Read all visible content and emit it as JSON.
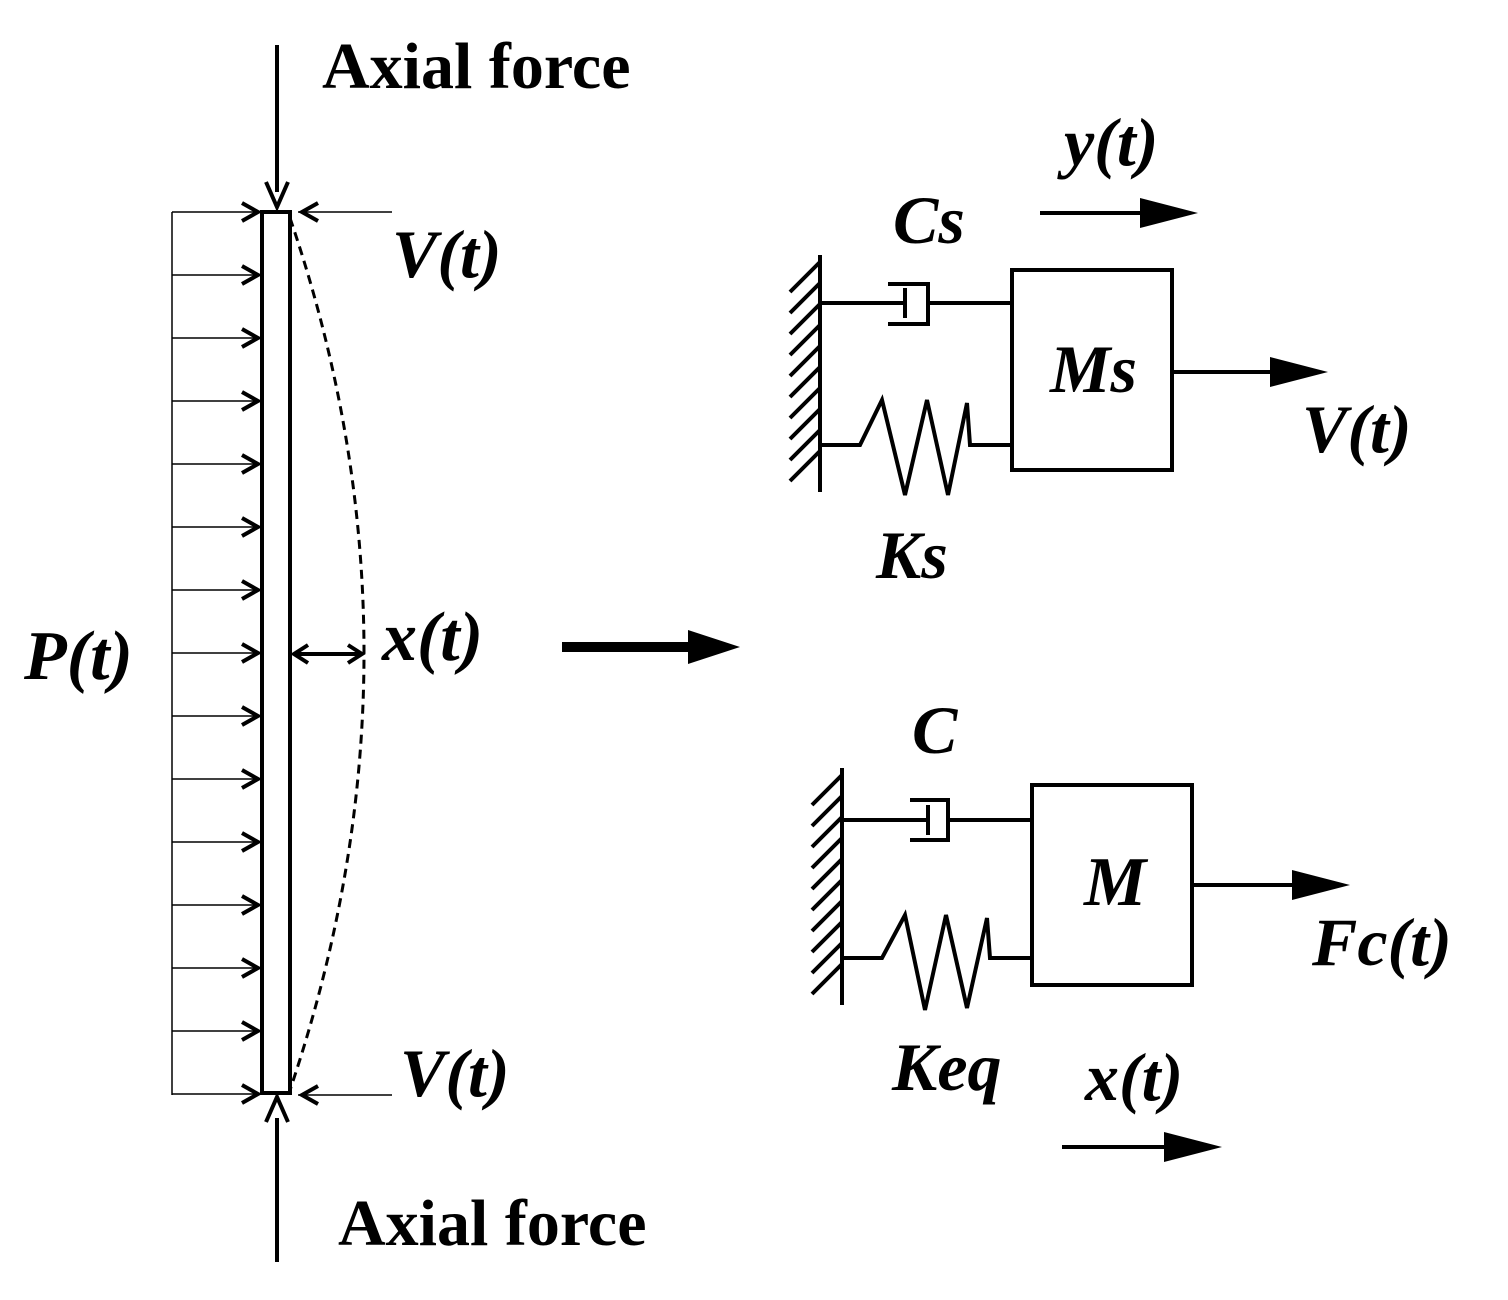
{
  "column": {
    "axial_top": "Axial force",
    "axial_bottom": "Axial force",
    "shear_top": "V(t)",
    "shear_bottom": "V(t)",
    "distributed_load": "P(t)",
    "deflection": "x(t)"
  },
  "shear_model": {
    "damper": "Cs",
    "mass": "Ms",
    "spring": "Ks",
    "displacement": "y(t)",
    "force": "V(t)"
  },
  "equivalent_model": {
    "damper": "C",
    "mass": "M",
    "spring": "Keq",
    "displacement": "x(t)",
    "force": "Fc(t)"
  }
}
